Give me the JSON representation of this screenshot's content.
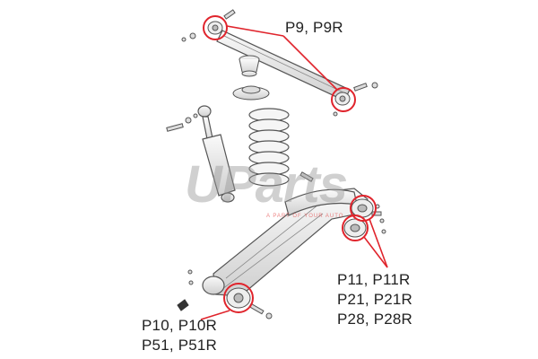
{
  "labels": {
    "top": {
      "line1": "P9, P9R"
    },
    "right": {
      "line1": "P11, P11R",
      "line2": "P21, P21R",
      "line3": "P28, P28R"
    },
    "bottom": {
      "line1": "P10, P10R",
      "line2": "P51, P51R"
    }
  },
  "watermark": {
    "brand": "UParts",
    "tagline": "A PART OF YOUR AUTO"
  },
  "colors": {
    "highlight": "#e0242c",
    "part_stroke": "#555555",
    "part_fill": "#f2f2f2",
    "text": "#222222",
    "watermark": "#9a9a9a"
  },
  "icons": [
    "bushing-circle",
    "bolt",
    "nut",
    "coil-spring",
    "shock-absorber",
    "bump-stop",
    "trailing-arm",
    "lateral-link"
  ]
}
